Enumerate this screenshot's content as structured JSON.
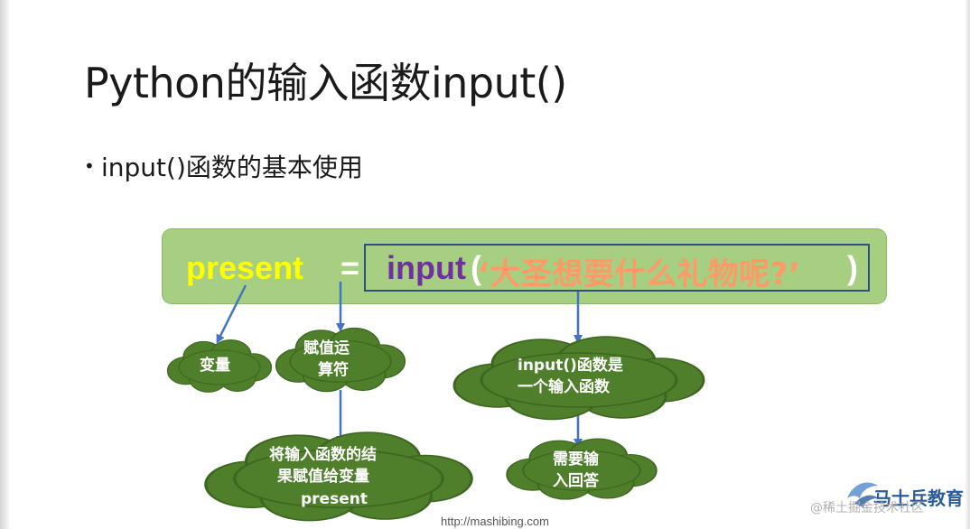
{
  "title": "Python的输入函数input()",
  "bullet": "input()函数的基本使用",
  "code": {
    "variable": "present",
    "equals": "=",
    "function": "input",
    "open_paren": "(",
    "string": "‘大圣想要什么礼物呢?’",
    "close_paren": ")"
  },
  "clouds": {
    "variable": "变量",
    "assign_line1": "赋值运",
    "assign_line2": "算符",
    "input_fn_line1": "input()函数是",
    "input_fn_line2": "一个输入函数",
    "need_input_line1": "需要输",
    "need_input_line2": "入回答",
    "result_line1": "将输入函数的结",
    "result_line2": "果赋值给变量",
    "result_line3": "present"
  },
  "watermarks": {
    "url": "http://mashibing.com",
    "logo_text": "马士兵教育",
    "community": "@稀土掘金技术社区"
  },
  "colors": {
    "code_bar": "#a6cf82",
    "variable": "#ffff00",
    "function": "#7030a0",
    "string": "#ff9966",
    "cloud": "#4f7f2a",
    "arrow": "#4472c4"
  }
}
